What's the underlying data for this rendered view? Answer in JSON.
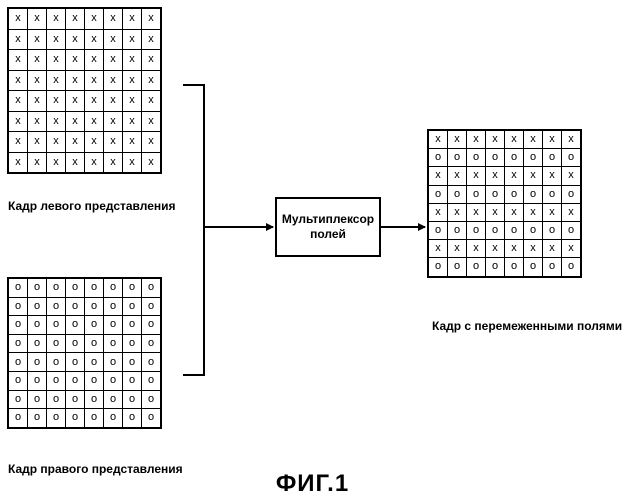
{
  "left_view": {
    "label": "Кадр левого представления",
    "symbol": "x",
    "rows": 8,
    "cols": 8
  },
  "right_view": {
    "label": "Кадр правого представления",
    "symbol": "o",
    "rows": 8,
    "cols": 8
  },
  "multiplexer": {
    "label_line1": "Мультиплексор",
    "label_line2": "полей"
  },
  "output": {
    "label": "Кадр с перемеженными полями",
    "row_symbols": [
      "x",
      "o",
      "x",
      "o",
      "x",
      "o",
      "x",
      "o"
    ],
    "cols": 8
  },
  "figure_caption": "ФИГ.1"
}
